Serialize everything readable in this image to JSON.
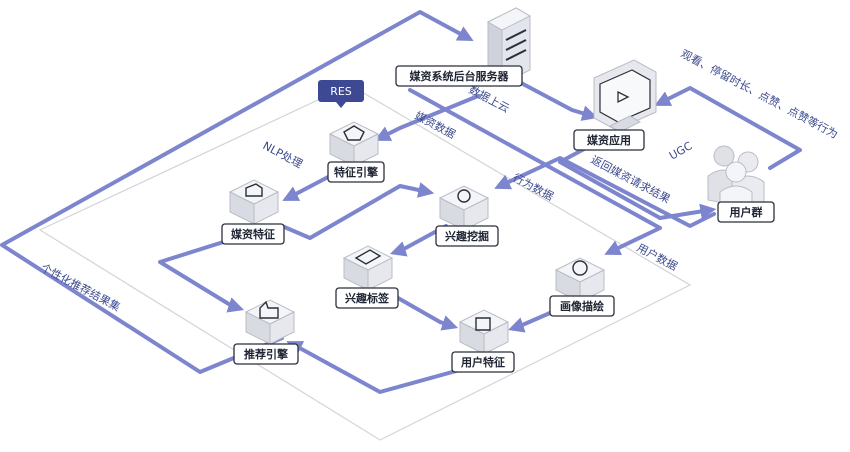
{
  "nodes": {
    "server": "媒资系统后台服务器",
    "media_app": "媒资应用",
    "users": "用户群",
    "feature_engine": "特征引擎",
    "media_feature": "媒资特征",
    "interest_mining": "兴趣挖掘",
    "interest_tags": "兴趣标签",
    "portrait": "画像描绘",
    "user_feature": "用户特征",
    "recommend_engine": "推荐引擎"
  },
  "res_badge": "RES",
  "flows": {
    "data_upload": "数据上云",
    "media_data": "媒资数据",
    "nlp": "NLP处理",
    "behavior_data": "行为数据",
    "user_data": "用户数据",
    "return_results": "返回媒资请求结果",
    "ugc": "UGC",
    "behaviors": "观看、停留时长、点赞、点赞等行为",
    "personalized": "个性化推荐结果集"
  },
  "colors": {
    "pipe": "#7c85cd",
    "badge": "#3d4a93",
    "platform": "#d2d4da"
  }
}
